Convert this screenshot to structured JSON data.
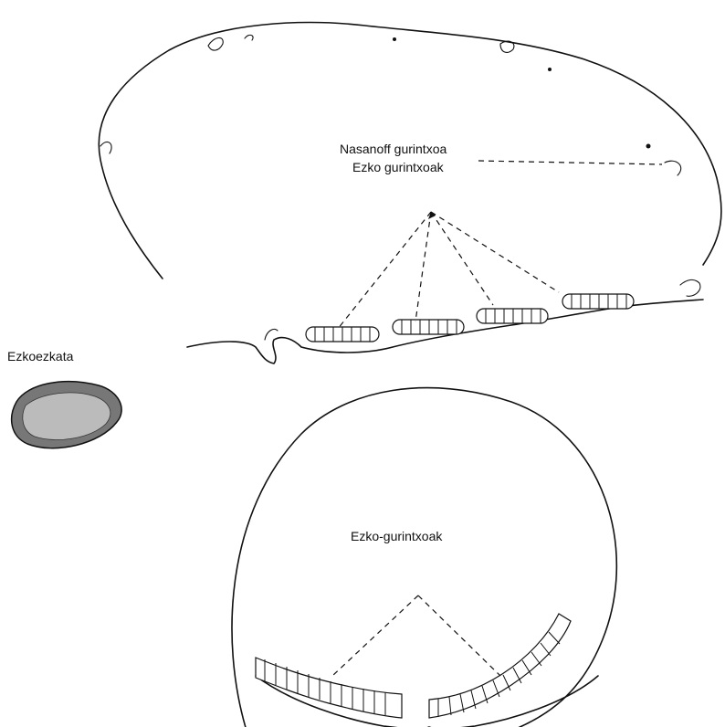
{
  "labels": {
    "nasanoff_line1": "Nasanoff gurintxoa",
    "nasanoff_line2": "Ezko gurintxoak",
    "wax_scale": "Ezkoezkata",
    "wax_glands": "Ezko-gurintxoak"
  }
}
